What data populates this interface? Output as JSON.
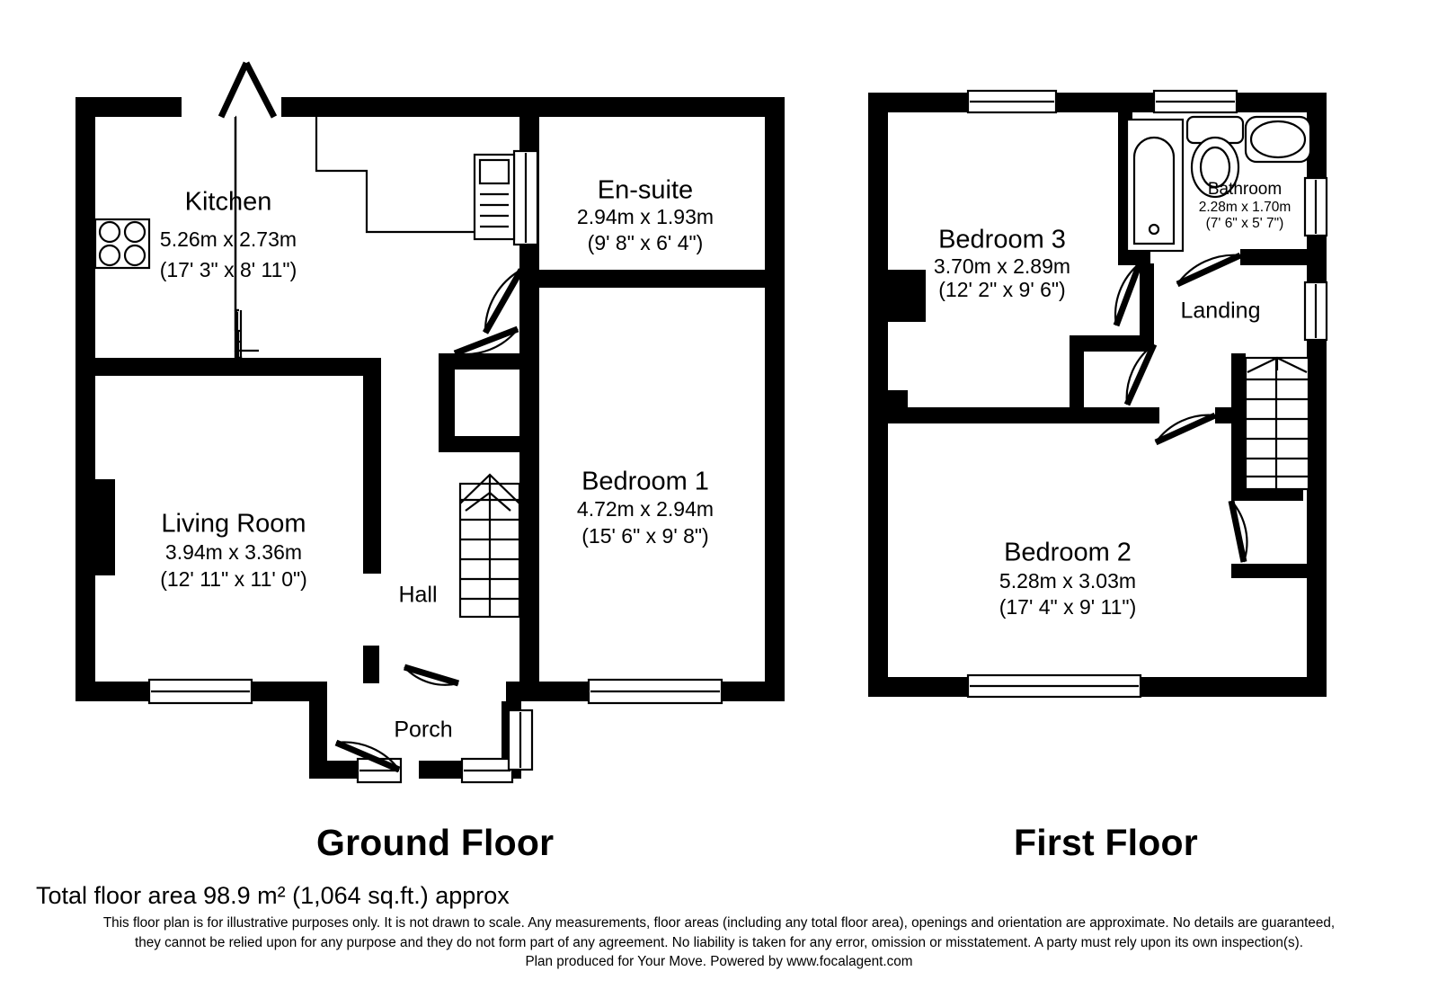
{
  "document": {
    "type": "floor-plan",
    "total_area_text": "Total floor area 98.9 m² (1,064 sq.ft.) approx",
    "disclaimer_line_1": "This floor plan is for illustrative purposes only. It is not drawn to scale. Any measurements, floor areas (including any total floor area), openings and orientation are approximate. No details are guaranteed,",
    "disclaimer_line_2": "they cannot be relied upon for any purpose and they do not form part of any agreement. No liability is taken for any error, omission or misstatement. A party must rely upon its own inspection(s).",
    "disclaimer_line_3": "Plan produced for Your Move. Powered by www.focalagent.com",
    "colors": {
      "wall": "#000000",
      "background": "#ffffff",
      "text": "#000000"
    }
  },
  "floors": [
    {
      "id": "ground",
      "title": "Ground Floor",
      "rooms": [
        {
          "name": "Kitchen",
          "metric": "5.26m x 2.73m",
          "imperial": "(17' 3\" x 8' 11\")"
        },
        {
          "name": "En-suite",
          "metric": "2.94m x 1.93m",
          "imperial": "(9' 8\" x 6' 4\")"
        },
        {
          "name": "Living Room",
          "metric": "3.94m x 3.36m",
          "imperial": "(12' 11\" x 11' 0\")"
        },
        {
          "name": "Bedroom 1",
          "metric": "4.72m x 2.94m",
          "imperial": "(15' 6\" x 9' 8\")"
        },
        {
          "name": "Hall",
          "metric": "",
          "imperial": ""
        },
        {
          "name": "Porch",
          "metric": "",
          "imperial": ""
        }
      ]
    },
    {
      "id": "first",
      "title": "First Floor",
      "rooms": [
        {
          "name": "Bedroom 3",
          "metric": "3.70m x 2.89m",
          "imperial": "(12' 2\" x 9' 6\")"
        },
        {
          "name": "Bathroom",
          "metric": "2.28m x 1.70m",
          "imperial": "(7' 6\" x 5' 7\")"
        },
        {
          "name": "Bedroom 2",
          "metric": "5.28m x 3.03m",
          "imperial": "(17' 4\" x 9' 11\")"
        },
        {
          "name": "Landing",
          "metric": "",
          "imperial": ""
        }
      ]
    }
  ],
  "fixtures": {
    "hob": "4-ring-hob-icon",
    "sink": "kitchen-sink-icon",
    "bath": "bathtub-icon",
    "toilet": "toilet-icon",
    "basin": "wash-basin-icon",
    "stairs_ground": "staircase-up-icon",
    "stairs_first": "staircase-down-icon"
  }
}
